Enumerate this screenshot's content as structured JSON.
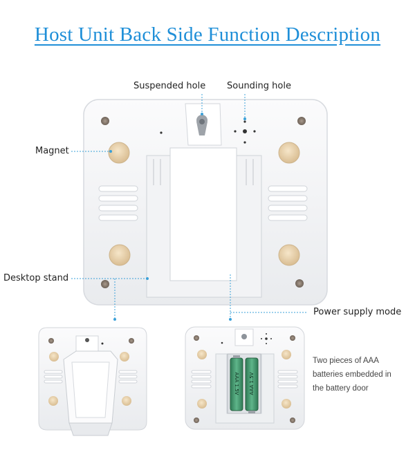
{
  "title": "Host Unit Back Side Function Description",
  "labels": {
    "suspended_hole": "Suspended hole",
    "sounding_hole": "Sounding hole",
    "magnet": "Magnet",
    "desktop_stand": "Desktop stand",
    "power_supply_mode": "Power supply mode"
  },
  "battery_note": {
    "line1": "Two pieces of AAA",
    "line2": "batteries embedded in",
    "line3": "the battery door"
  },
  "battery_print": {
    "battery_1": "AAA 1.5V",
    "battery_2": "AAA 1.5V"
  },
  "colors": {
    "title": "#1f8fd8",
    "callout": "#3aa0d8",
    "device": "#f4f5f7",
    "magnet": "#e9d3b0"
  }
}
